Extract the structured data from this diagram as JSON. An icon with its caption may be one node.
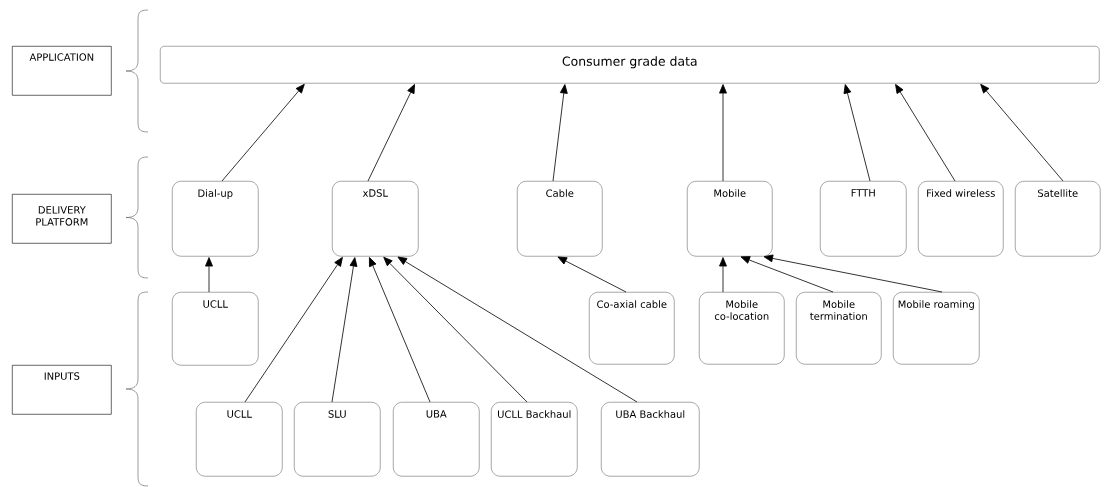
{
  "diagram": {
    "nodes": [
      {
        "text": [
          "APPLICATION"
        ]
      },
      {
        "text": [
          "DELIVERY PLATFORM"
        ]
      },
      {
        "text": [
          "INPUTS"
        ]
      },
      {
        "text": [
          "Consumer grade data"
        ]
      },
      {
        "text": [
          "Dial-up"
        ]
      },
      {
        "text": [
          "xDSL"
        ]
      },
      {
        "text": [
          "Cable"
        ]
      },
      {
        "text": [
          "Mobile"
        ]
      },
      {
        "text": [
          "FTTH"
        ]
      },
      {
        "text": [
          "Fixed wireless"
        ]
      },
      {
        "text": [
          "Satellite"
        ]
      },
      {
        "text": [
          "UCLL"
        ]
      },
      {
        "text": [
          "Co-axial cable"
        ]
      },
      {
        "text": [
          "Mobile co-location"
        ]
      },
      {
        "text": [
          "Mobile termination"
        ]
      },
      {
        "text": [
          "Mobile roaming"
        ]
      },
      {
        "text": [
          "UCLL"
        ]
      },
      {
        "text": [
          "SLU"
        ]
      },
      {
        "text": [
          "UBA"
        ]
      },
      {
        "text": [
          "UCLL Backhaul"
        ]
      },
      {
        "text": [
          "UBA Backhaul"
        ]
      }
    ],
    "edges": [
      {
        "from": 4,
        "to": 3,
        "arrow": "to"
      },
      {
        "from": 5,
        "to": 3,
        "arrow": "to"
      },
      {
        "from": 6,
        "to": 3,
        "arrow": "to"
      },
      {
        "from": 7,
        "to": 3,
        "arrow": "to"
      },
      {
        "from": 8,
        "to": 3,
        "arrow": "to"
      },
      {
        "from": 9,
        "to": 3,
        "arrow": "to"
      },
      {
        "from": 10,
        "to": 3,
        "arrow": "to"
      },
      {
        "from": 11,
        "to": 4,
        "arrow": "to"
      },
      {
        "from": 16,
        "to": 5,
        "arrow": "to"
      },
      {
        "from": 17,
        "to": 5,
        "arrow": "to"
      },
      {
        "from": 18,
        "to": 5,
        "arrow": "to"
      },
      {
        "from": 19,
        "to": 5,
        "arrow": "to"
      },
      {
        "from": 20,
        "to": 5,
        "arrow": "to"
      },
      {
        "from": 12,
        "to": 6,
        "arrow": "to"
      },
      {
        "from": 13,
        "to": 7,
        "arrow": "to"
      },
      {
        "from": 14,
        "to": 7,
        "arrow": "to"
      },
      {
        "from": 15,
        "to": 7,
        "arrow": "to"
      }
    ]
  }
}
